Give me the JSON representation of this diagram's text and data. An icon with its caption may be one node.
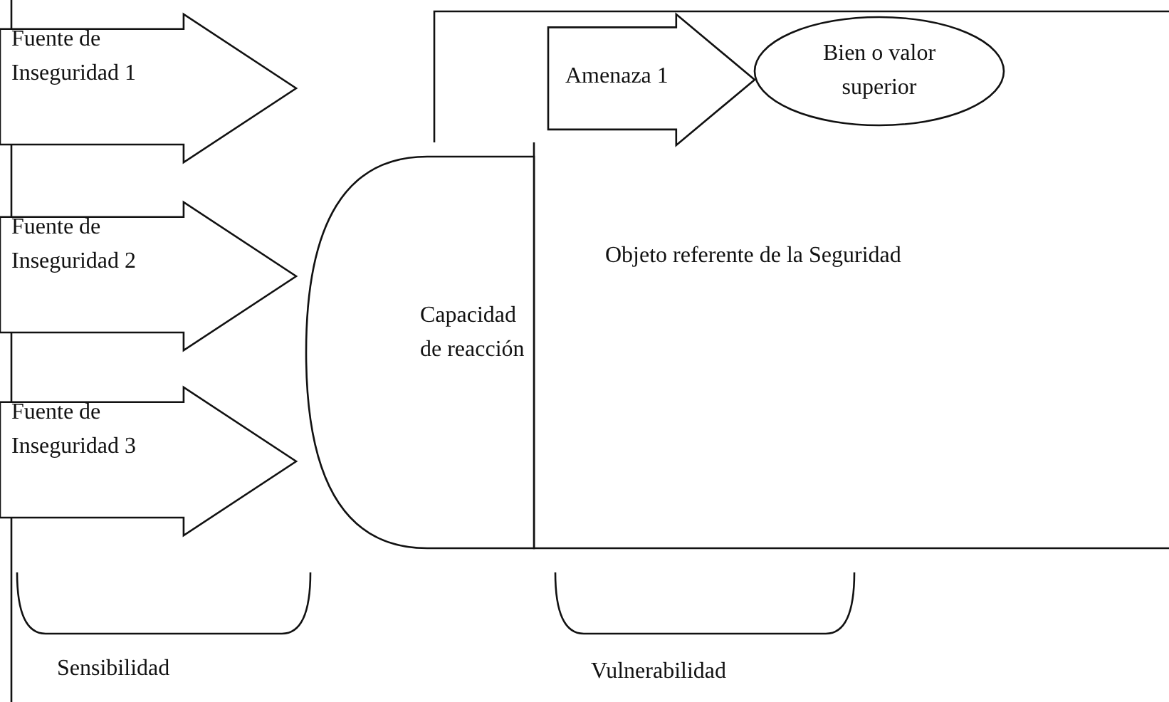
{
  "diagram": {
    "nodes": [
      {
        "text": [
          "Fuente de Inseguridad 1"
        ]
      },
      {
        "text": [
          "Fuente de Inseguridad 2"
        ]
      },
      {
        "text": [
          "Fuente de Inseguridad 3"
        ]
      },
      {
        "text": [
          "Objeto referente de la Seguridad"
        ]
      },
      {
        "text": [
          "Amenaza 1"
        ],
        "in": 3
      },
      {
        "text": [
          "Bien o valor superior"
        ],
        "in": 3
      },
      {
        "text": [
          "Capacidad de reacción"
        ]
      }
    ],
    "labels": [
      "Sensibilidad",
      "Vulnerabilidad"
    ]
  }
}
